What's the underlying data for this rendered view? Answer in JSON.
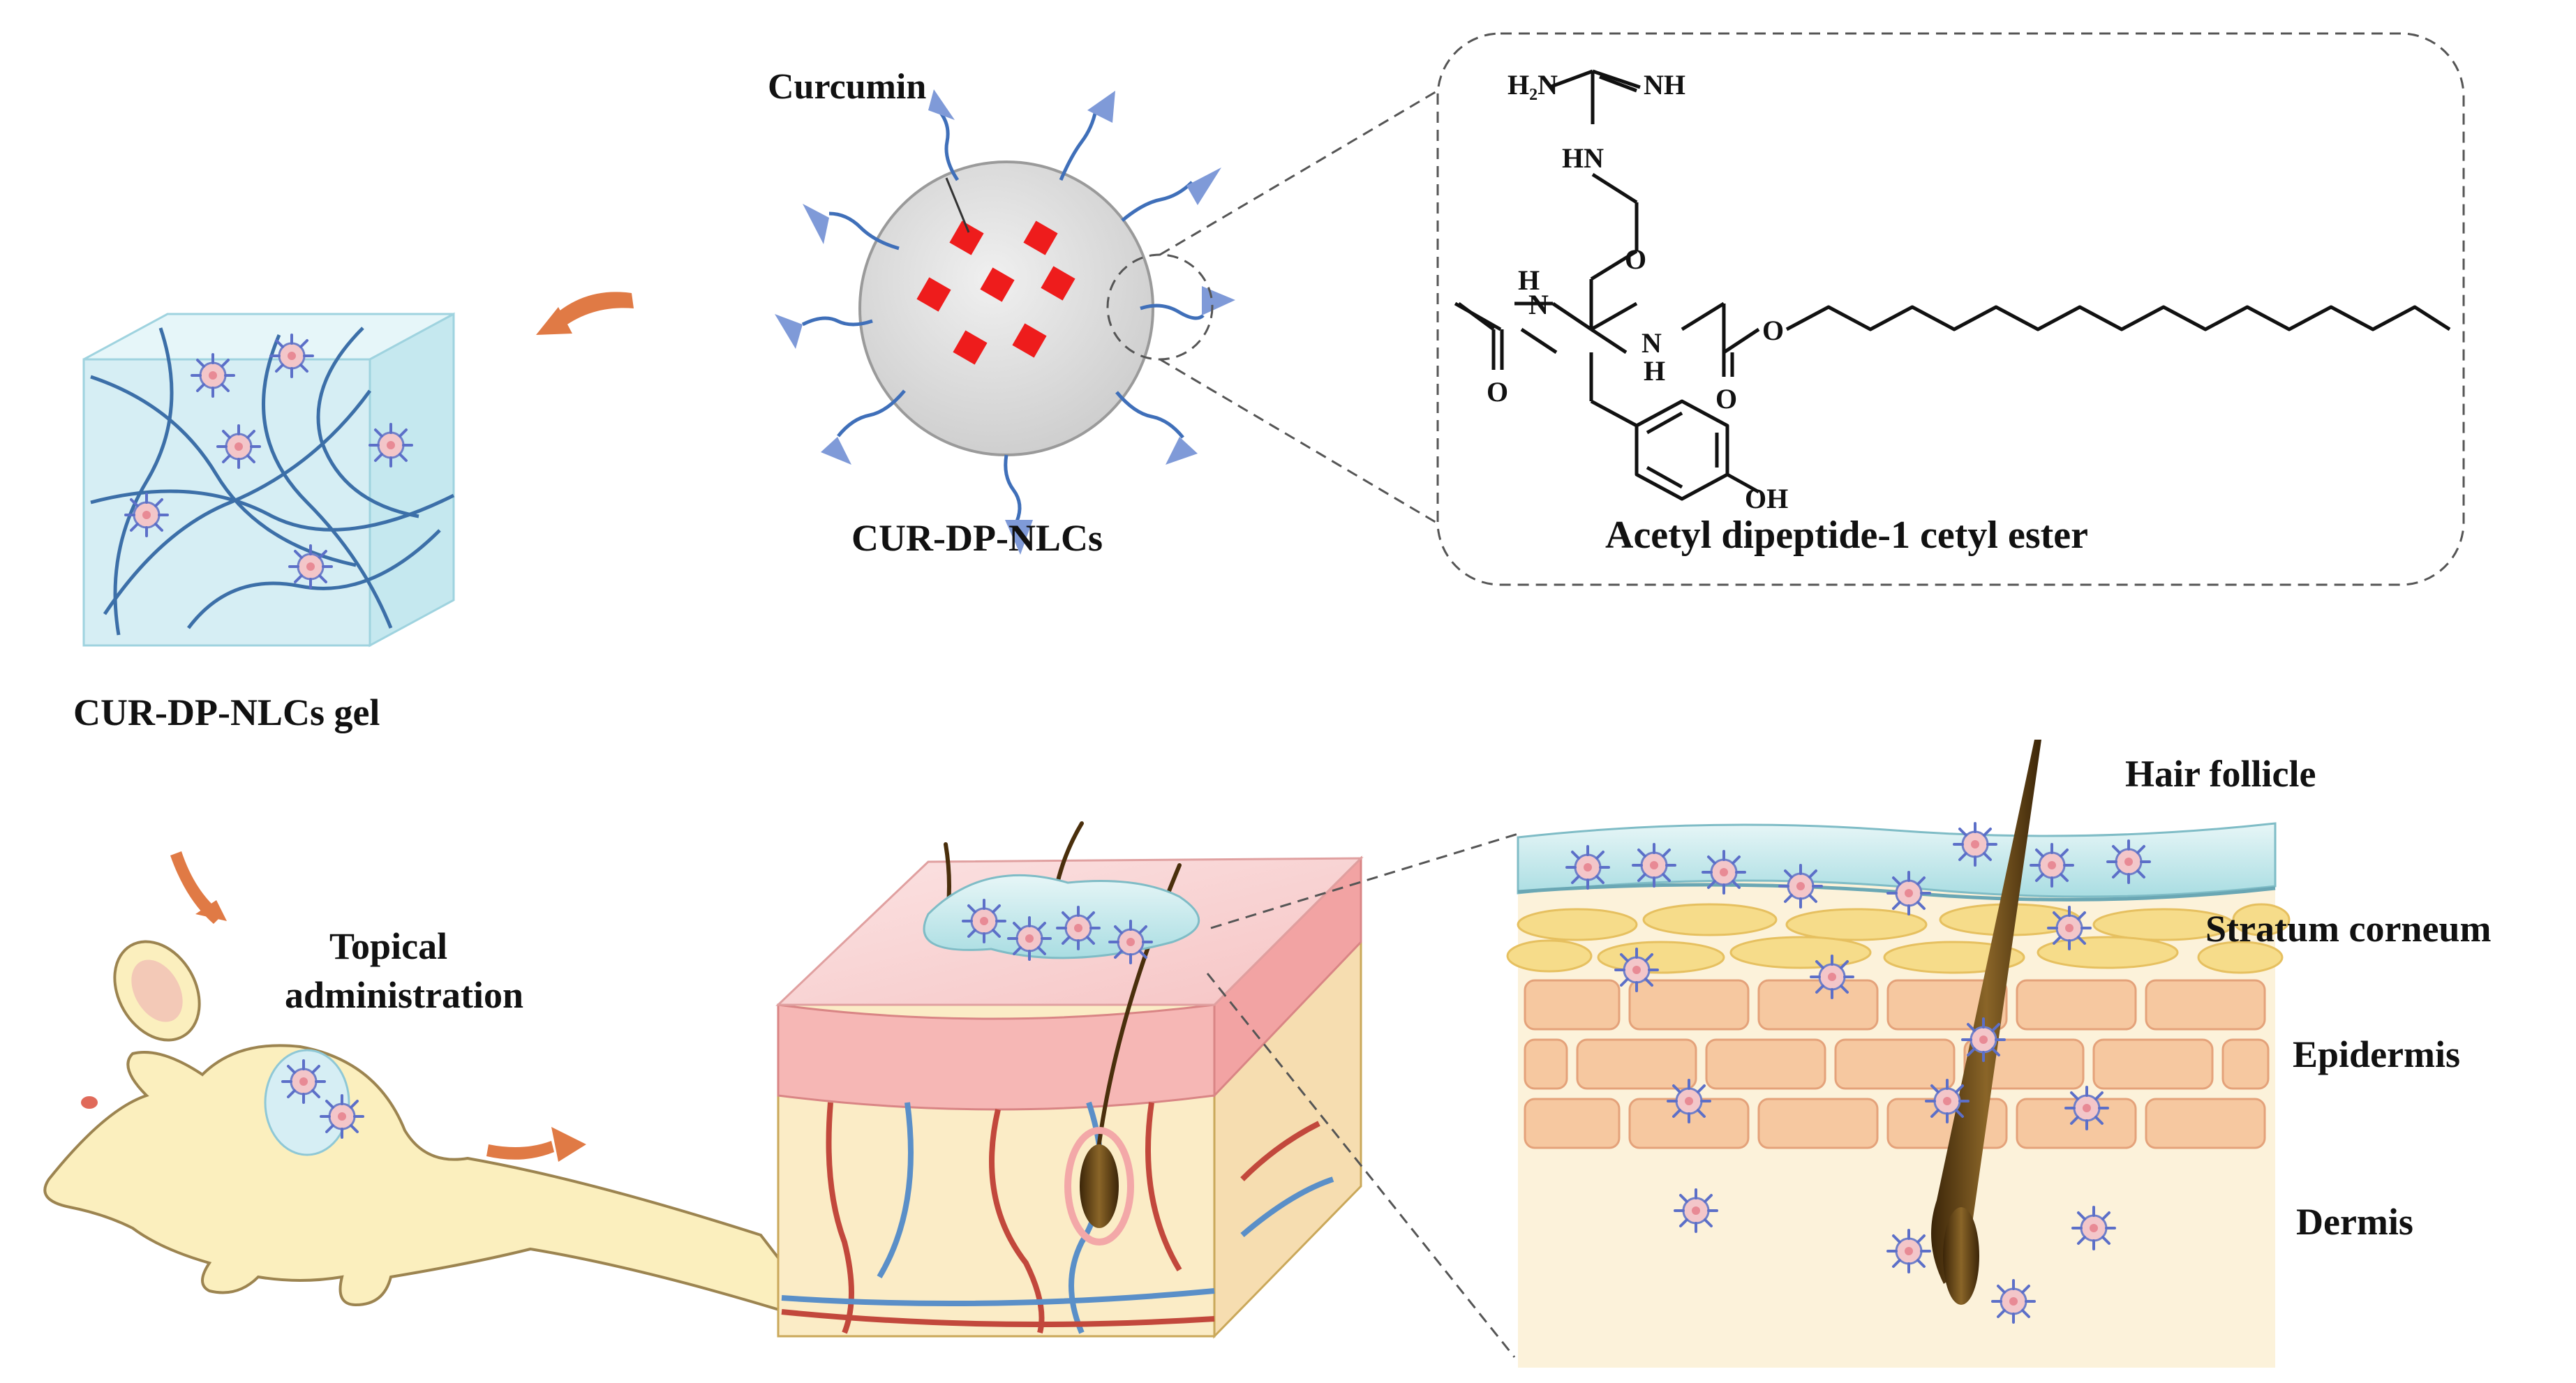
{
  "labels": {
    "curcumin": "Curcumin",
    "cur_dp_nlcs": "CUR-DP-NLCs",
    "gel": "CUR-DP-NLCs gel",
    "topical_line1": "Topical",
    "topical_line2": "administration",
    "molecule_name": "Acetyl dipeptide-1 cetyl ester",
    "hair_follicle": "Hair follicle",
    "stratum_corneum": "Stratum corneum",
    "epidermis": "Epidermis",
    "dermis": "Dermis"
  },
  "chem": {
    "h2n": "H₂N",
    "nh_top": "NH",
    "hn": "HN",
    "n_amide": "N",
    "h_amide": "H",
    "n_amide2": "N",
    "h_amide2": "H",
    "o1": "O",
    "o2": "O",
    "o3": "O",
    "o4": "O",
    "oh": "OH"
  },
  "colors": {
    "arrow": "#e07a45",
    "nanoparticle_fill": "#d9d9d9",
    "curcumin": "#ee1c1c",
    "blue_arrow": "#7f9ad8",
    "gel_fill": "#d4eef6",
    "hair": "#5a3a10",
    "stratum": "#f6dc8a",
    "epidermis_cells": "#f6c8a0",
    "dermis": "#fbeccb",
    "vessel_red": "#c2483c",
    "vessel_blue": "#5a8fc8"
  }
}
